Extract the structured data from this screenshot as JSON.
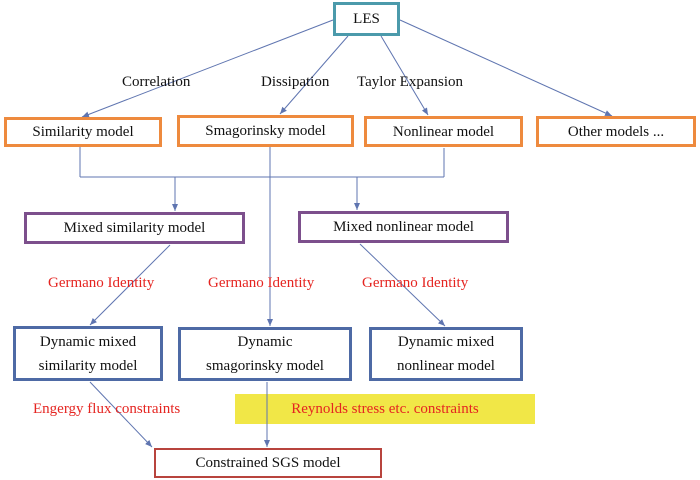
{
  "diagram": {
    "root": "LES",
    "edge_labels": {
      "correlation": "Correlation",
      "dissipation": "Dissipation",
      "taylor": "Taylor Expansion"
    },
    "models": {
      "similarity": "Similarity model",
      "smagorinsky": "Smagorinsky model",
      "nonlinear": "Nonlinear model",
      "other": "Other models ..."
    },
    "mixed": {
      "similarity": "Mixed similarity model",
      "nonlinear": "Mixed nonlinear model"
    },
    "germano": [
      "Germano Identity",
      "Germano Identity",
      "Germano Identity"
    ],
    "dynamic": {
      "similarity_l1": "Dynamic mixed",
      "similarity_l2": "similarity model",
      "smagorinsky_l1": "Dynamic",
      "smagorinsky_l2": "smagorinsky model",
      "nonlinear_l1": "Dynamic mixed",
      "nonlinear_l2": "nonlinear model"
    },
    "constraints": {
      "energy": "Engergy flux constraints",
      "reynolds": "Reynolds stress etc. constraints"
    },
    "final": "Constrained SGS model",
    "colors": {
      "root_border": "#4b9aab",
      "model_border": "#ee8a3e",
      "mixed_border": "#7c4f8c",
      "dynamic_border": "#4e6aa5",
      "final_border": "#b8443d",
      "connector": "#5f75b0",
      "highlight": "#f1e747",
      "red_label": "#e52521"
    }
  }
}
